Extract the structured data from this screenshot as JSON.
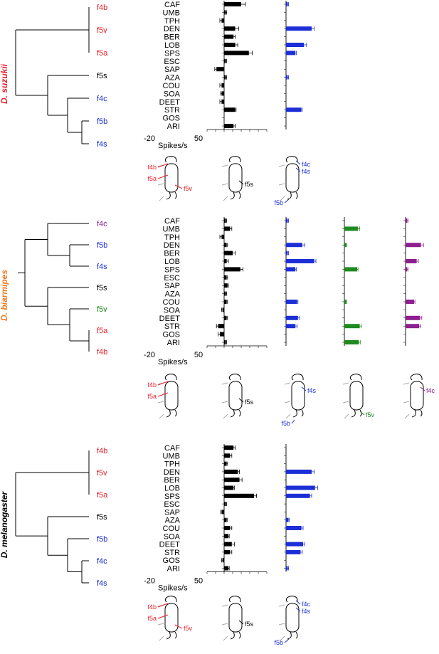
{
  "colors": {
    "red": "#e8202a",
    "blue": "#1c2fd6",
    "green": "#1f8a1f",
    "purple": "#8e1f8e",
    "black": "#000000",
    "species_suzukii": "#e8202a",
    "species_biarmipes": "#f07a1e",
    "species_melanogaster": "#000000"
  },
  "odorants": [
    "CAF",
    "UMB",
    "TPH",
    "DEN",
    "BER",
    "LOB",
    "SPS",
    "ESC",
    "SAP",
    "AZA",
    "COU",
    "SOA",
    "DEET",
    "STR",
    "GOS",
    "ARI"
  ],
  "axis_label": "Spikes/s",
  "axis_tick_min": "-20",
  "axis_tick_max": "50",
  "chart_data": [
    {
      "type": "bar",
      "species": "D. suzukii",
      "tree_leaves": [
        {
          "label": "f4b",
          "color": "red"
        },
        {
          "label": "f5v",
          "color": "red"
        },
        {
          "label": "f5a",
          "color": "red"
        },
        {
          "label": "f5s",
          "color": "black"
        },
        {
          "label": "f4c",
          "color": "blue"
        },
        {
          "label": "f5b",
          "color": "blue"
        },
        {
          "label": "f4s",
          "color": "blue"
        }
      ],
      "xlabel": "Spikes/s",
      "xlim": [
        -20,
        50
      ],
      "series": [
        {
          "color": "black",
          "values": [
            20,
            2,
            -3,
            13,
            11,
            13,
            29,
            2,
            -9,
            2,
            -3,
            -3,
            -3,
            13,
            0,
            11
          ],
          "errors": [
            5,
            1,
            2,
            4,
            2,
            3,
            4,
            1,
            2,
            1,
            2,
            1,
            2,
            1,
            1,
            2
          ]
        },
        {
          "color": "blue",
          "values": [
            2,
            0,
            0,
            30,
            0,
            21,
            11,
            0,
            0,
            2,
            0,
            0,
            0,
            18,
            0,
            0
          ],
          "errors": [
            1,
            0,
            0,
            3,
            0,
            3,
            1,
            0,
            0,
            1,
            0,
            0,
            0,
            1,
            0,
            0
          ]
        }
      ],
      "antenna_labels": [
        {
          "labels": [
            "f4b",
            "f5a",
            "f5v"
          ],
          "colors": [
            "red",
            "red",
            "red"
          ]
        },
        {
          "labels": [
            "f5s"
          ],
          "colors": [
            "black"
          ]
        },
        {
          "labels": [
            "f4c",
            "f4s",
            "f5b"
          ],
          "colors": [
            "blue",
            "blue",
            "blue"
          ]
        }
      ]
    },
    {
      "type": "bar",
      "species": "D. biarmipes",
      "tree_leaves": [
        {
          "label": "f4c",
          "color": "purple"
        },
        {
          "label": "f5b",
          "color": "blue"
        },
        {
          "label": "f4s",
          "color": "blue"
        },
        {
          "label": "f5s",
          "color": "black"
        },
        {
          "label": "f5v",
          "color": "green"
        },
        {
          "label": "f5a",
          "color": "red"
        },
        {
          "label": "f4b",
          "color": "red"
        }
      ],
      "xlabel": "Spikes/s",
      "xlim": [
        -20,
        50
      ],
      "series": [
        {
          "color": "black",
          "values": [
            2,
            7,
            -3,
            3,
            10,
            3,
            19,
            3,
            4,
            2,
            3,
            -2,
            3,
            -7,
            -5,
            2
          ],
          "errors": [
            1,
            2,
            2,
            1,
            3,
            2,
            3,
            1,
            1,
            1,
            1,
            1,
            1,
            2,
            2,
            1
          ]
        },
        {
          "color": "blue",
          "values": [
            2,
            0,
            0,
            19,
            2,
            33,
            11,
            0,
            0,
            0,
            13,
            0,
            14,
            11,
            0,
            0
          ],
          "errors": [
            1,
            0,
            0,
            3,
            1,
            2,
            1,
            0,
            0,
            0,
            1,
            0,
            2,
            2,
            0,
            0
          ]
        },
        {
          "color": "green",
          "values": [
            0,
            16,
            0,
            2,
            0,
            0,
            15,
            0,
            0,
            0,
            2,
            0,
            0,
            18,
            0,
            17
          ],
          "errors": [
            0,
            2,
            0,
            1,
            0,
            0,
            1,
            0,
            0,
            0,
            1,
            0,
            0,
            2,
            0,
            2
          ]
        },
        {
          "color": "purple",
          "values": [
            2,
            0,
            0,
            18,
            0,
            13,
            2,
            0,
            0,
            0,
            10,
            0,
            17,
            16,
            0,
            0
          ],
          "errors": [
            1,
            0,
            0,
            3,
            0,
            2,
            1,
            0,
            0,
            0,
            1,
            0,
            2,
            2,
            0,
            0
          ]
        }
      ],
      "antenna_labels": [
        {
          "labels": [
            "f4b",
            "f5a"
          ],
          "colors": [
            "red",
            "red"
          ]
        },
        {
          "labels": [
            "f5s"
          ],
          "colors": [
            "black"
          ]
        },
        {
          "labels": [
            "f4s",
            "f5b"
          ],
          "colors": [
            "blue",
            "blue"
          ]
        },
        {
          "labels": [
            "f5v"
          ],
          "colors": [
            "green"
          ]
        },
        {
          "labels": [
            "f4c"
          ],
          "colors": [
            "purple"
          ]
        }
      ]
    },
    {
      "type": "bar",
      "species": "D. melanogaster",
      "tree_leaves": [
        {
          "label": "f4b",
          "color": "red"
        },
        {
          "label": "f5v",
          "color": "red"
        },
        {
          "label": "f5a",
          "color": "red"
        },
        {
          "label": "f5s",
          "color": "black"
        },
        {
          "label": "f5b",
          "color": "blue"
        },
        {
          "label": "f4c",
          "color": "blue"
        },
        {
          "label": "f4s",
          "color": "blue"
        }
      ],
      "xlabel": "Spikes/s",
      "xlim": [
        -20,
        50
      ],
      "series": [
        {
          "color": "black",
          "values": [
            11,
            7,
            3,
            16,
            18,
            11,
            35,
            2,
            -3,
            3,
            7,
            5,
            9,
            7,
            -2,
            5
          ],
          "errors": [
            2,
            2,
            1,
            2,
            3,
            1,
            3,
            1,
            1,
            1,
            2,
            1,
            3,
            2,
            1,
            1
          ]
        },
        {
          "color": "blue",
          "values": [
            0,
            0,
            0,
            30,
            0,
            34,
            28,
            0,
            0,
            3,
            18,
            0,
            20,
            17,
            0,
            2
          ],
          "errors": [
            0,
            0,
            0,
            3,
            0,
            3,
            2,
            0,
            0,
            1,
            2,
            0,
            2,
            2,
            0,
            1
          ]
        }
      ],
      "antenna_labels": [
        {
          "labels": [
            "f4b",
            "f5a",
            "f5v"
          ],
          "colors": [
            "red",
            "red",
            "red"
          ]
        },
        {
          "labels": [
            "f5s"
          ],
          "colors": [
            "black"
          ]
        },
        {
          "labels": [
            "f4c",
            "f4s",
            "f5b"
          ],
          "colors": [
            "blue",
            "blue",
            "blue"
          ]
        }
      ]
    }
  ]
}
